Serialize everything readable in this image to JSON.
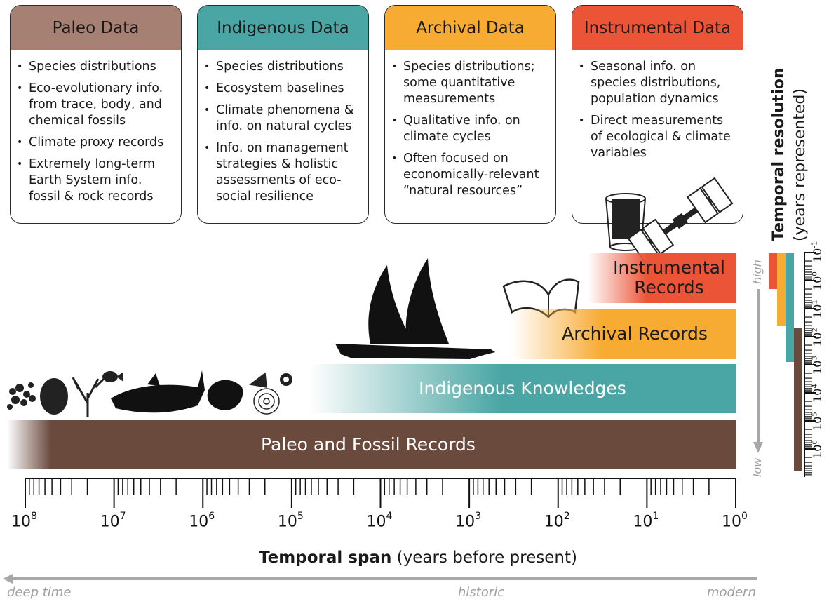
{
  "cards": [
    {
      "title": "Paleo Data",
      "color": "#a58073",
      "items": [
        "Species distributions",
        "Eco-evolutionary info. from trace, body, and chemical fossils",
        "Climate proxy records",
        "Extremely long-term Earth System info. fossil & rock records"
      ]
    },
    {
      "title": "Indigenous Data",
      "color": "#4aa6a4",
      "items": [
        "Species distributions",
        "Ecosystem baselines",
        "Climate phenomena & info. on natural cycles",
        "Info. on management strategies & holistic assessments of eco-social resilience"
      ]
    },
    {
      "title": "Archival Data",
      "color": "#f7ab33",
      "items": [
        "Species distributions; some quantitative measurements",
        "Qualitative info. on climate cycles",
        "Often focused on economically-relevant “natural resources”"
      ]
    },
    {
      "title": "Instrumental Data",
      "color": "#ec5437",
      "items": [
        "Seasonal info. on species distributions, population dynamics",
        "Direct measurements of ecological & climate variables"
      ]
    }
  ],
  "bands": {
    "instrumental": {
      "label": "Instrumental Records",
      "color": "#ec5437"
    },
    "archival": {
      "label": "Archival Records",
      "color": "#f7ab33"
    },
    "indigenous": {
      "label": "Indigenous Knowledges",
      "color": "#4aa6a4"
    },
    "paleo": {
      "label": "Paleo and Fossil Records",
      "color": "#6b4a3e"
    }
  },
  "span_axis": {
    "title_bold": "Temporal span",
    "title_rest": " (years before present)",
    "tick_labels": [
      {
        "base": "10",
        "exp": "8"
      },
      {
        "base": "10",
        "exp": "7"
      },
      {
        "base": "10",
        "exp": "6"
      },
      {
        "base": "10",
        "exp": "5"
      },
      {
        "base": "10",
        "exp": "4"
      },
      {
        "base": "10",
        "exp": "3"
      },
      {
        "base": "10",
        "exp": "2"
      },
      {
        "base": "10",
        "exp": "1"
      },
      {
        "base": "10",
        "exp": "0"
      }
    ]
  },
  "time_direction": {
    "left": "deep time",
    "middle": "historic",
    "right": "modern"
  },
  "resolution_axis": {
    "title_bold": "Temporal resolution",
    "title_rest": "(years represented)",
    "high": "high",
    "low": "low",
    "tick_labels": [
      {
        "base": "10",
        "exp": "-1"
      },
      {
        "base": "10",
        "exp": "0"
      },
      {
        "base": "10",
        "exp": "1"
      },
      {
        "base": "10",
        "exp": "2"
      },
      {
        "base": "10",
        "exp": "3"
      },
      {
        "base": "10",
        "exp": "4"
      },
      {
        "base": "10",
        "exp": "5"
      },
      {
        "base": "10",
        "exp": "6"
      }
    ],
    "bars": [
      {
        "name": "Instrumental",
        "color": "#ec5437",
        "from_exp": -1,
        "to_exp": 0.3
      },
      {
        "name": "Archival",
        "color": "#f7ab33",
        "from_exp": -1,
        "to_exp": 1.6
      },
      {
        "name": "Indigenous",
        "color": "#4aa6a4",
        "from_exp": -1,
        "to_exp": 2.9
      },
      {
        "name": "Paleo",
        "color": "#6b4a3e",
        "from_exp": 1.7,
        "to_exp": 6.8
      }
    ]
  },
  "icons": [
    "fossil-cluster-icon",
    "trilobite-icon",
    "coral-icon",
    "fish-icon",
    "shark-icon",
    "shell-icon",
    "diatom-icon",
    "ammonite-icon",
    "canoe-icon",
    "open-book-icon",
    "sediment-trap-icon",
    "satellite-icon"
  ]
}
